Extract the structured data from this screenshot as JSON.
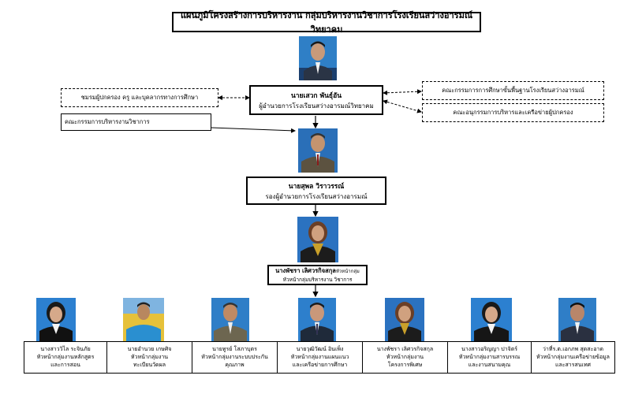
{
  "title": "แผนภูมิโครงสร้างการบริหารงาน กลุ่มบริหารงานวิชาการโรงเรียนสว่างอารมณ์วิทยาคม",
  "director": {
    "name": "นายเสวก  พันธุ์อัน",
    "position": "ผู้อำนวยการโรงเรียนสว่างอารมณ์วิทยาคม"
  },
  "deputy": {
    "name": "นายสุพล  วิราวรรณ์",
    "position": "รองผู้อำนวยการโรงเรียนสว่างอารมณ์"
  },
  "academic_head": {
    "name": "นางพัชรา  เลิศวรกิจสกุล",
    "name_suffix": "หัวหน้ากลุ่ม",
    "position": "หัวหน้ากลุ่มบริหารงาน วิชาการ"
  },
  "side_left": [
    "ชมรมผู้ปกครอง ครู และบุคลากรทางการศึกษา",
    "คณะกรรมการบริหารงานวิชาการ"
  ],
  "side_right": [
    "คณะกรรมการการศึกษาขั้นพื้นฐานโรงเรียนสว่างอารมณ์",
    "คณะอนุกรรมการบริหารและเครือข่ายผู้ปกครอง"
  ],
  "heads": [
    {
      "line1": "นางสาววิไล  ระจินภัย",
      "line2": "หัวหน้ากลุ่มงานหลักสูตร",
      "line3": "และการสอน"
    },
    {
      "line1": "นายอำนวย  เกษศิจ",
      "line2": "หัวหน้ากลุ่มงาน",
      "line3": "ทะเบียนวัดผล"
    },
    {
      "line1": "นายทูรย์  โสภาบุตร",
      "line2": "หัวหน้ากลุ่มงานระบบประกัน",
      "line3": "คุณภาพ"
    },
    {
      "line1": "นายวุฒิวัฒน์  อินเพ็ง",
      "line2": "หัวหน้ากลุ่มงานแผนแนว",
      "line3": "และเครือข่ายการศึกษา"
    },
    {
      "line1": "นางพัชรา  เลิศวรกิจสกุล",
      "line2": "หัวหน้ากลุ่มงาน",
      "line3": "โครงการพิเศษ"
    },
    {
      "line1": "นางสาวอริญญา  ปาจิตร์",
      "line2": "หัวหน้ากลุ่มงานสารบรรณ",
      "line3": "และงานสนามคุณ"
    },
    {
      "line1": "ว่าที่ร.ต.เอกภพ  สุดสะอาด",
      "line2": "หัวหน้ากลุ่มงานเครือข่ายข้อมูล",
      "line3": "และสารสนเทศ"
    }
  ]
}
